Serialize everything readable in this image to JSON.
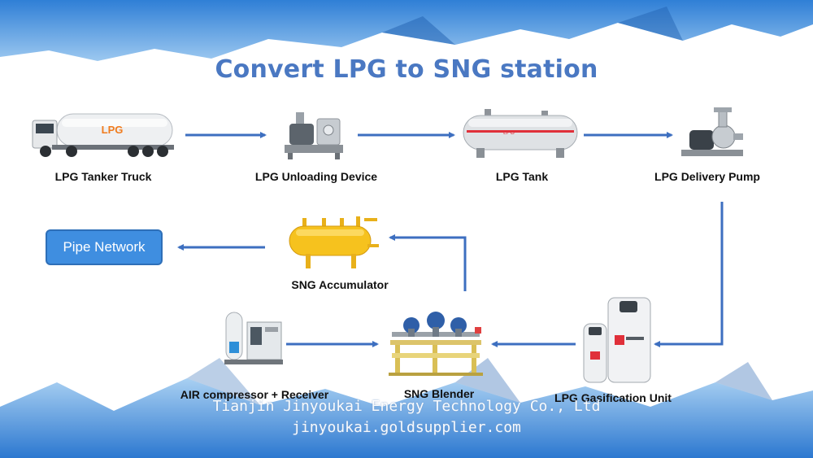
{
  "title": "Convert LPG to SNG station",
  "nodes": {
    "truck": {
      "label": "LPG Tanker Truck",
      "tank_text": "LPG"
    },
    "unloading": {
      "label": "LPG Unloading Device"
    },
    "tank": {
      "label": "LPG Tank",
      "tank_text": "LPG"
    },
    "pump": {
      "label": "LPG Delivery Pump"
    },
    "gasification": {
      "label": "LPG Gasification Unit"
    },
    "blender": {
      "label": "SNG Blender"
    },
    "compressor": {
      "label": "AIR compressor + Receiver"
    },
    "accumulator": {
      "label": "SNG Accumulator"
    },
    "pipe_network": {
      "label": "Pipe Network"
    }
  },
  "watermark": {
    "line1": "Tianjin Jinyoukai Energy Technology Co., Ltd",
    "line2": "jinyoukai.goldsupplier.com"
  },
  "colors": {
    "arrow": "#3d6fc0",
    "title": "#4a78c2",
    "box": "#3f8ee0"
  }
}
